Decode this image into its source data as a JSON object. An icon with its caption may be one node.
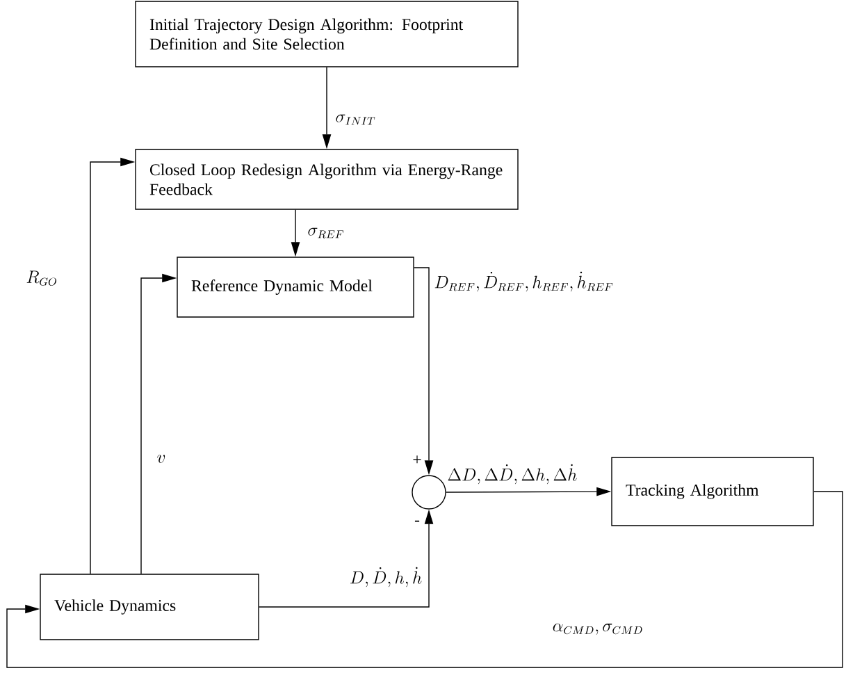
{
  "diagram": {
    "nodes": [
      {
        "text": [
          "Initial Trajectory Design Algorithm: Footprint Definition and Site Selection"
        ]
      },
      {
        "text": [
          "Closed Loop Redesign Algorithm via Energy-Range Feedback"
        ]
      },
      {
        "text": [
          "Reference Dynamic Model"
        ]
      },
      {
        "text": [],
        "shape": "circle"
      },
      {
        "text": [
          "Tracking Algorithm"
        ]
      },
      {
        "text": [
          "Vehicle Dynamics"
        ]
      }
    ],
    "edges": [
      {
        "from": 0,
        "to": 1,
        "arrow": "to",
        "label": "\\sigma_{INIT}"
      },
      {
        "from": 1,
        "to": 2,
        "arrow": "to",
        "label": "\\sigma_{REF}"
      },
      {
        "from": 5,
        "to": 1,
        "arrow": "to",
        "label": "R_{GO}"
      },
      {
        "from": 5,
        "to": 2,
        "arrow": "to",
        "label": "v"
      },
      {
        "from": 2,
        "to": 3,
        "arrow": "to",
        "label": "D_{REF}, \\dot{D}_{REF}, h_{REF}, \\dot{h}_{REF}"
      },
      {
        "from": 3,
        "to": 4,
        "arrow": "to",
        "label": "\\Delta D, \\Delta\\dot{D}, \\Delta h, \\Delta\\dot{h}"
      },
      {
        "from": 5,
        "to": 3,
        "arrow": "to",
        "label": "D, \\dot{D}, h, \\dot{h}"
      },
      {
        "from": 4,
        "to": 5,
        "arrow": "to",
        "label": "\\alpha_{CMD}, \\sigma_{CMD}"
      }
    ],
    "labels": [
      "+",
      "-"
    ]
  }
}
